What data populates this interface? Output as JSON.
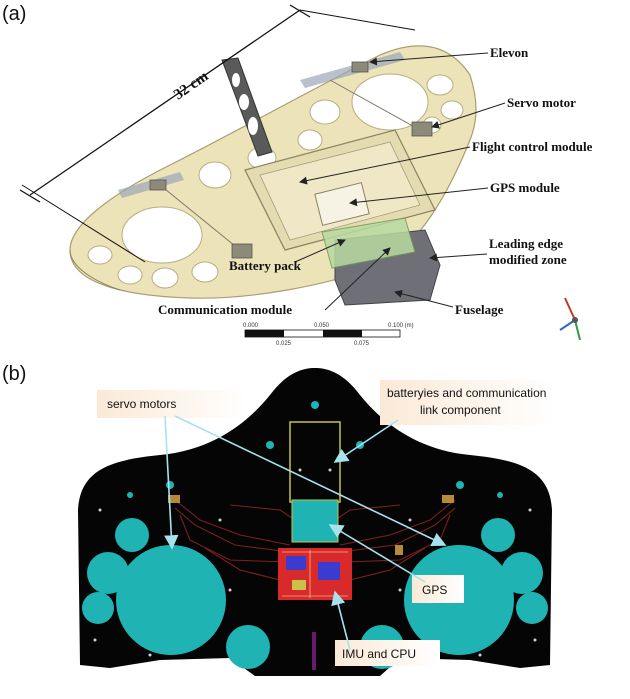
{
  "panel_a": {
    "label": "(a)",
    "dimension": "32 cm",
    "callouts": {
      "elevon": "Elevon",
      "servo_motor": "Servo motor",
      "flight_control_module": "Flight control module",
      "gps_module": "GPS module",
      "leading_edge_1": "Leading edge",
      "leading_edge_2": "modified zone",
      "battery_pack": "Battery pack",
      "communication_module": "Communication module",
      "fuselage": "Fuselage"
    },
    "scale_bar": {
      "top_ticks": [
        "0.000",
        "0.050",
        "0.100 (m)"
      ],
      "bottom_ticks": [
        "0.025",
        "0.075"
      ]
    }
  },
  "panel_b": {
    "label": "(b)",
    "callouts": {
      "servo_motors": "servo motors",
      "batteries_1": "batteryies and communication",
      "batteries_2": "link component",
      "gps": "GPS",
      "imu_cpu": "IMU and CPU"
    }
  },
  "colors": {
    "plate": "#ede3b8",
    "pcb_board": "#050505",
    "pad": "#1fb3b3",
    "chip": "#d82a2a",
    "trace": "#7a1f1f",
    "leader_line": "#a7e3ee"
  }
}
